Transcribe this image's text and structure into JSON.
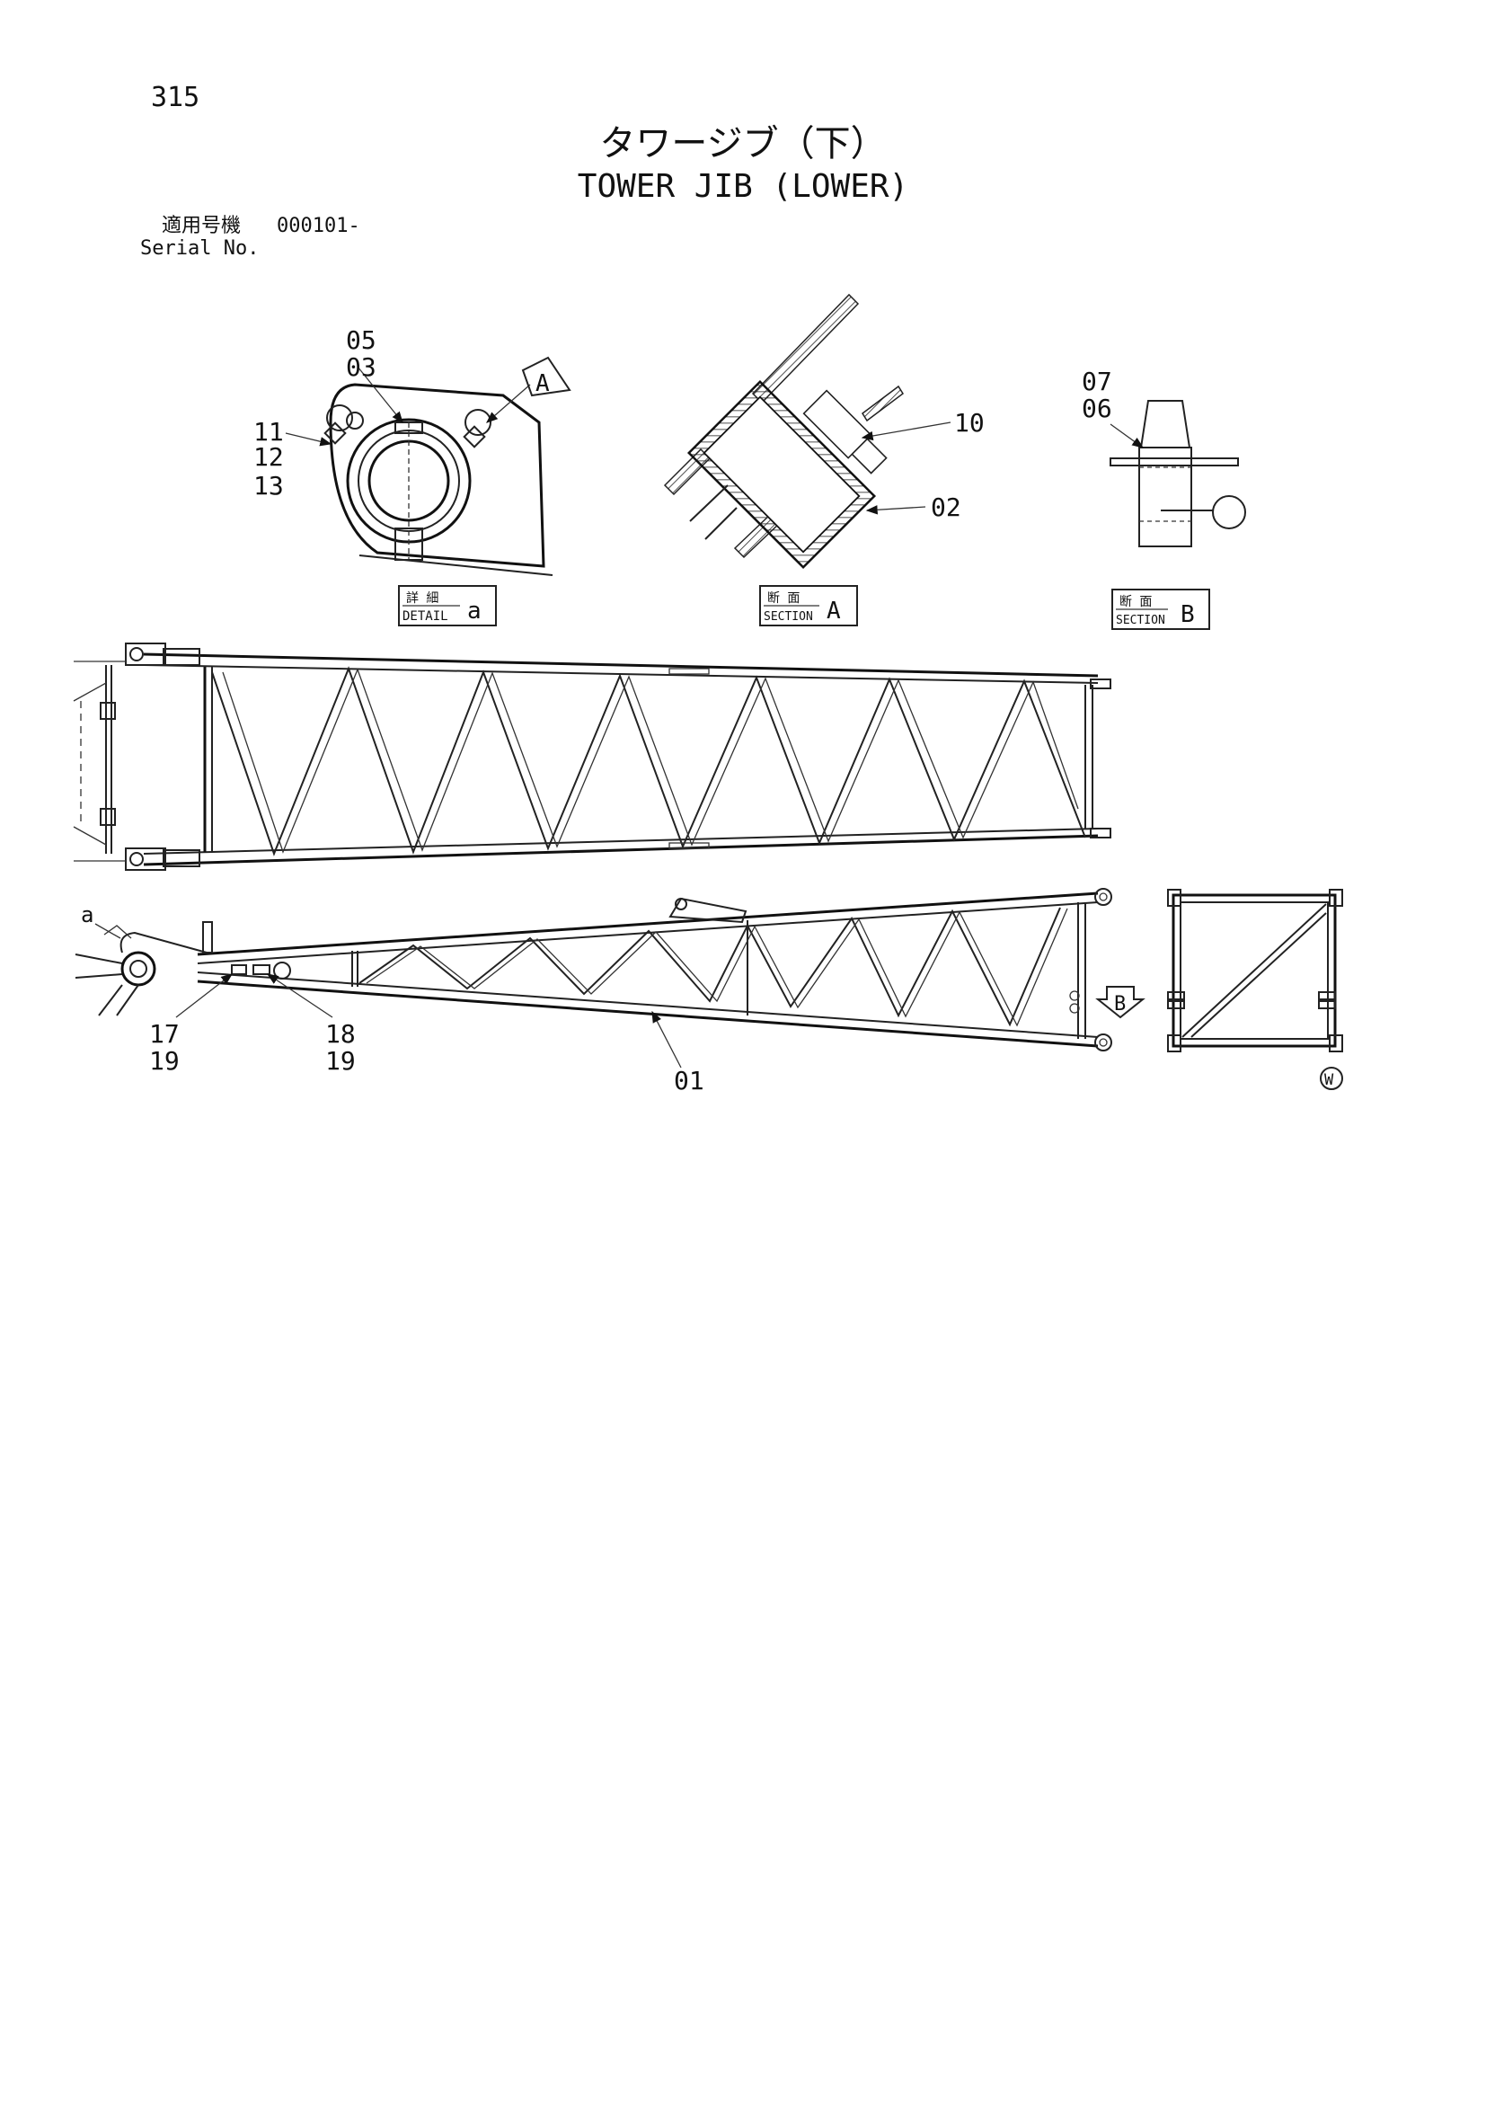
{
  "page": {
    "number": "315"
  },
  "title": {
    "jp": "タワージブ（下）",
    "en": "TOWER JIB (LOWER)"
  },
  "serial": {
    "label_jp": "適用号機",
    "range": "000101-",
    "label_en": "Serial No."
  },
  "views": {
    "detail": {
      "label_jp": "詳 細",
      "label_en": "DETAIL",
      "id": "a"
    },
    "section_a": {
      "label_jp": "断 面",
      "label_en": "SECTION",
      "id": "A"
    },
    "section_b": {
      "label_jp": "断 面",
      "label_en": "SECTION",
      "id": "B"
    },
    "arrow_a": "A",
    "arrow_b": "B",
    "detail_marker": "a",
    "w_mark": "W"
  },
  "callouts": {
    "p01": "01",
    "p02": "02",
    "p03": "03",
    "p05": "05",
    "p06": "06",
    "p07": "07",
    "p10": "10",
    "p11": "11",
    "p12": "12",
    "p13": "13",
    "p17": "17",
    "p18": "18",
    "p19a": "19",
    "p19b": "19"
  }
}
